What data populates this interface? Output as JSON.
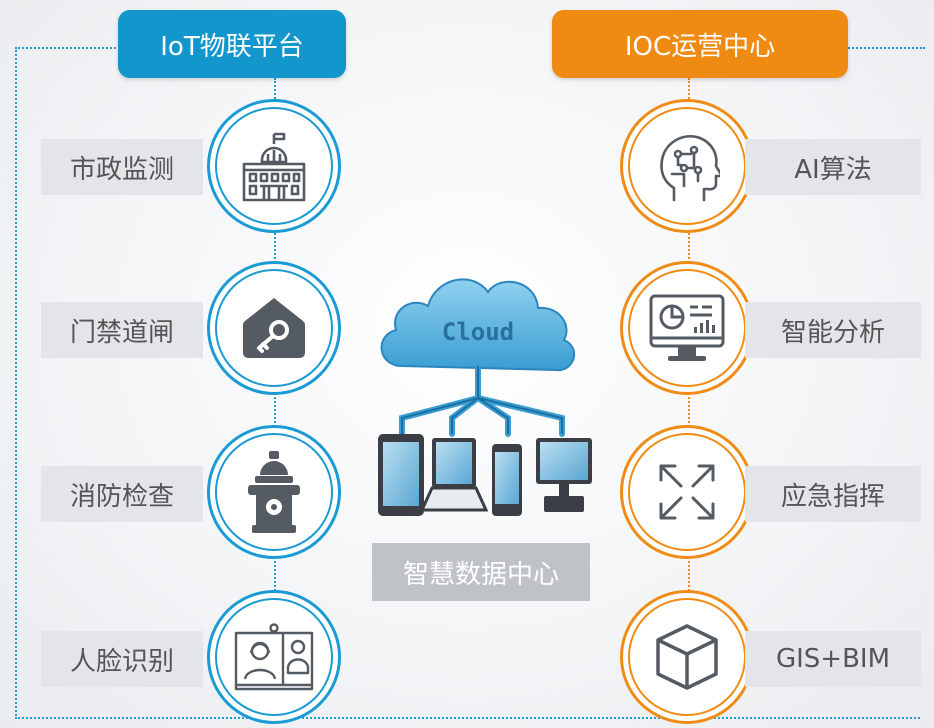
{
  "header": {
    "left_tab": "IoT物联平台",
    "right_tab": "IOC运营中心"
  },
  "left_items": [
    {
      "label": "市政监测",
      "icon": "government-building-icon"
    },
    {
      "label": "门禁道闸",
      "icon": "home-key-icon"
    },
    {
      "label": "消防检查",
      "icon": "fire-hydrant-icon"
    },
    {
      "label": "人脸识别",
      "icon": "video-conference-icon"
    }
  ],
  "right_items": [
    {
      "label": "AI算法",
      "icon": "ai-brain-head-icon"
    },
    {
      "label": "智能分析",
      "icon": "analytics-monitor-icon"
    },
    {
      "label": "应急指挥",
      "icon": "expand-arrows-icon"
    },
    {
      "label": "GIS+BIM",
      "icon": "cube-icon"
    }
  ],
  "center": {
    "cloud_text": "Cloud",
    "label": "智慧数据中心"
  },
  "colors": {
    "blue": "#1296cc",
    "orange": "#ef8a12",
    "icon": "#545b63",
    "label_bg": "#e3e5e8",
    "center_label_bg": "#bfc2c6"
  }
}
